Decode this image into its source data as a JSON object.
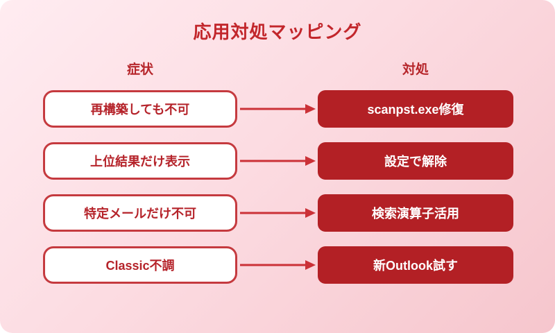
{
  "page": {
    "title": "応用対処マッピング"
  },
  "columns": {
    "left_header": "症状",
    "right_header": "対処"
  },
  "rows": [
    {
      "symptom": "再構築しても不可",
      "action": "scanpst.exe修復"
    },
    {
      "symptom": "上位結果だけ表示",
      "action": "設定で解除"
    },
    {
      "symptom": "特定メールだけ不可",
      "action": "検索演算子活用"
    },
    {
      "symptom": "Classic不調",
      "action": "新Outlook試す"
    }
  ],
  "colors": {
    "accent_dark": "#b32025",
    "accent_border": "#c53a3f",
    "arrow": "#cb3137",
    "title_text": "#c2262b",
    "bg_gradient_from": "#ffecf1",
    "bg_gradient_to": "#f6c6cd"
  },
  "icons": {
    "arrow_right": "→"
  }
}
